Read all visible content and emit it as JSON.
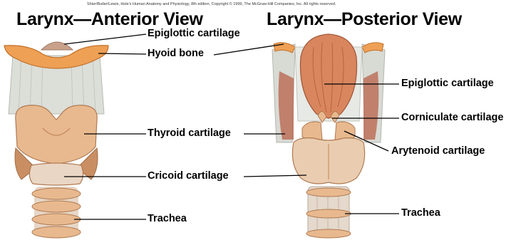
{
  "credit": "Shier/Butler/Lewis, Hole's Human Anatomy and Physiology, 8th edition, Copyright © 1999, The McGraw-Hill Companies, Inc. All rights reserved.",
  "anterior": {
    "title": "Larynx—Anterior View",
    "labels": {
      "epiglottic": "Epiglottic cartilage",
      "hyoid": "Hyoid bone",
      "thyroid": "Thyroid cartilage",
      "cricoid": "Cricoid cartilage",
      "trachea": "Trachea"
    }
  },
  "posterior": {
    "title": "Larynx—Posterior View",
    "labels": {
      "epiglottic": "Epiglottic cartilage",
      "corniculate": "Corniculate cartilage",
      "arytenoid": "Arytenoid cartilage",
      "trachea": "Trachea"
    }
  },
  "colors": {
    "cartilage": "#e8b98f",
    "cartilage_shadow": "#c98f63",
    "bone": "#e99a4a",
    "membrane": "#d9dcd6",
    "muscle": "#b8624a"
  }
}
